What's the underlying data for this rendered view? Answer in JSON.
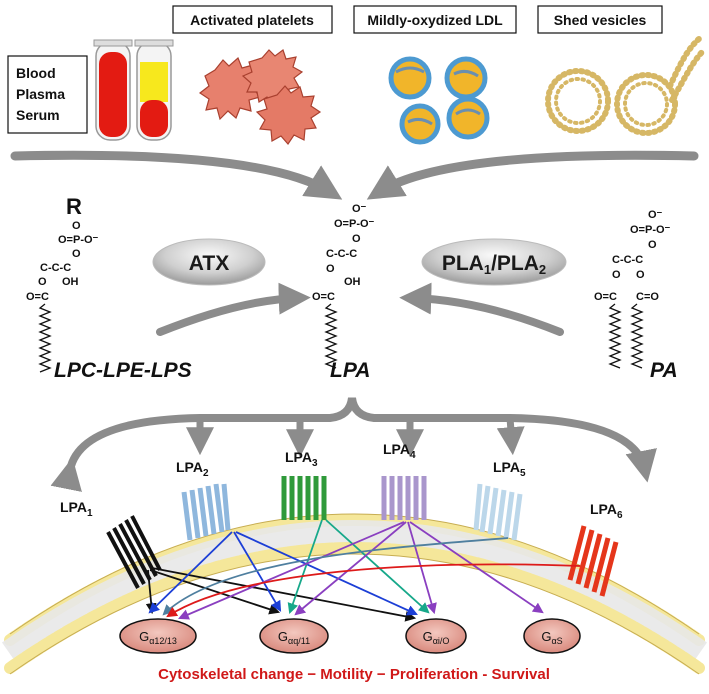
{
  "sources": {
    "blood": [
      "Blood",
      "Plasma",
      "Serum"
    ],
    "platelets": "Activated platelets",
    "ldl": "Mildly-oxydized LDL",
    "vesicles": "Shed vesicles"
  },
  "enzymes": {
    "atx": "ATX",
    "pla_main": "PLA",
    "pla_sub1": "1",
    "pla_sep": "/PLA",
    "pla_sub2": "2"
  },
  "lipids": {
    "left": "LPC-LPE-LPS",
    "center": "LPA",
    "right": "PA",
    "r_group": "R"
  },
  "receptors": [
    {
      "base": "LPA",
      "sub": "1",
      "color": "#1a1a1a"
    },
    {
      "base": "LPA",
      "sub": "2",
      "color": "#8fb7dd"
    },
    {
      "base": "LPA",
      "sub": "3",
      "color": "#2f9a3a"
    },
    {
      "base": "LPA",
      "sub": "4",
      "color": "#a996cc"
    },
    {
      "base": "LPA",
      "sub": "5",
      "color": "#bcd7ea"
    },
    {
      "base": "LPA",
      "sub": "6",
      "color": "#e5361b"
    }
  ],
  "g_proteins": [
    {
      "base": "G",
      "sub": "α12/13"
    },
    {
      "base": "G",
      "sub": "αq/11"
    },
    {
      "base": "G",
      "sub": "αi/O"
    },
    {
      "base": "G",
      "sub": "αS"
    }
  ],
  "footer": "Cytoskeletal change − Motility − Proliferation - Survival"
}
